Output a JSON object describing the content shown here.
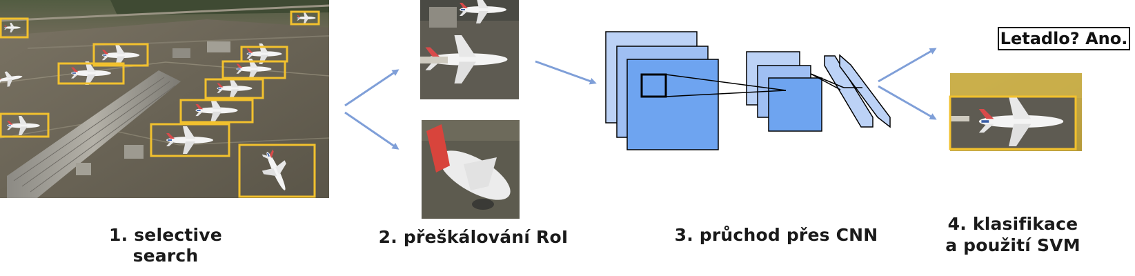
{
  "captions": {
    "step1": "1. selective search",
    "step2": "2. přeškálování RoI",
    "step3": "3. průchod přes CNN",
    "step4_line1": "4. klasifikace",
    "step4_line2": "a použití SVM"
  },
  "result": {
    "answer": "Letadlo? Ano."
  },
  "colors": {
    "bbox": "#f2c12e",
    "arrow": "#7f9fd8",
    "cnn_fill": "#8fb4f3",
    "cnn_inner": "#5f98ee",
    "tarmac": "#6b6457",
    "highlight": "#c9ae4a"
  },
  "icons": {
    "airport_photo": "aerial-airport-image",
    "rois": "airplane-crop-image",
    "network": "cnn-layers-diagram",
    "arrows": "arrow-icon"
  }
}
